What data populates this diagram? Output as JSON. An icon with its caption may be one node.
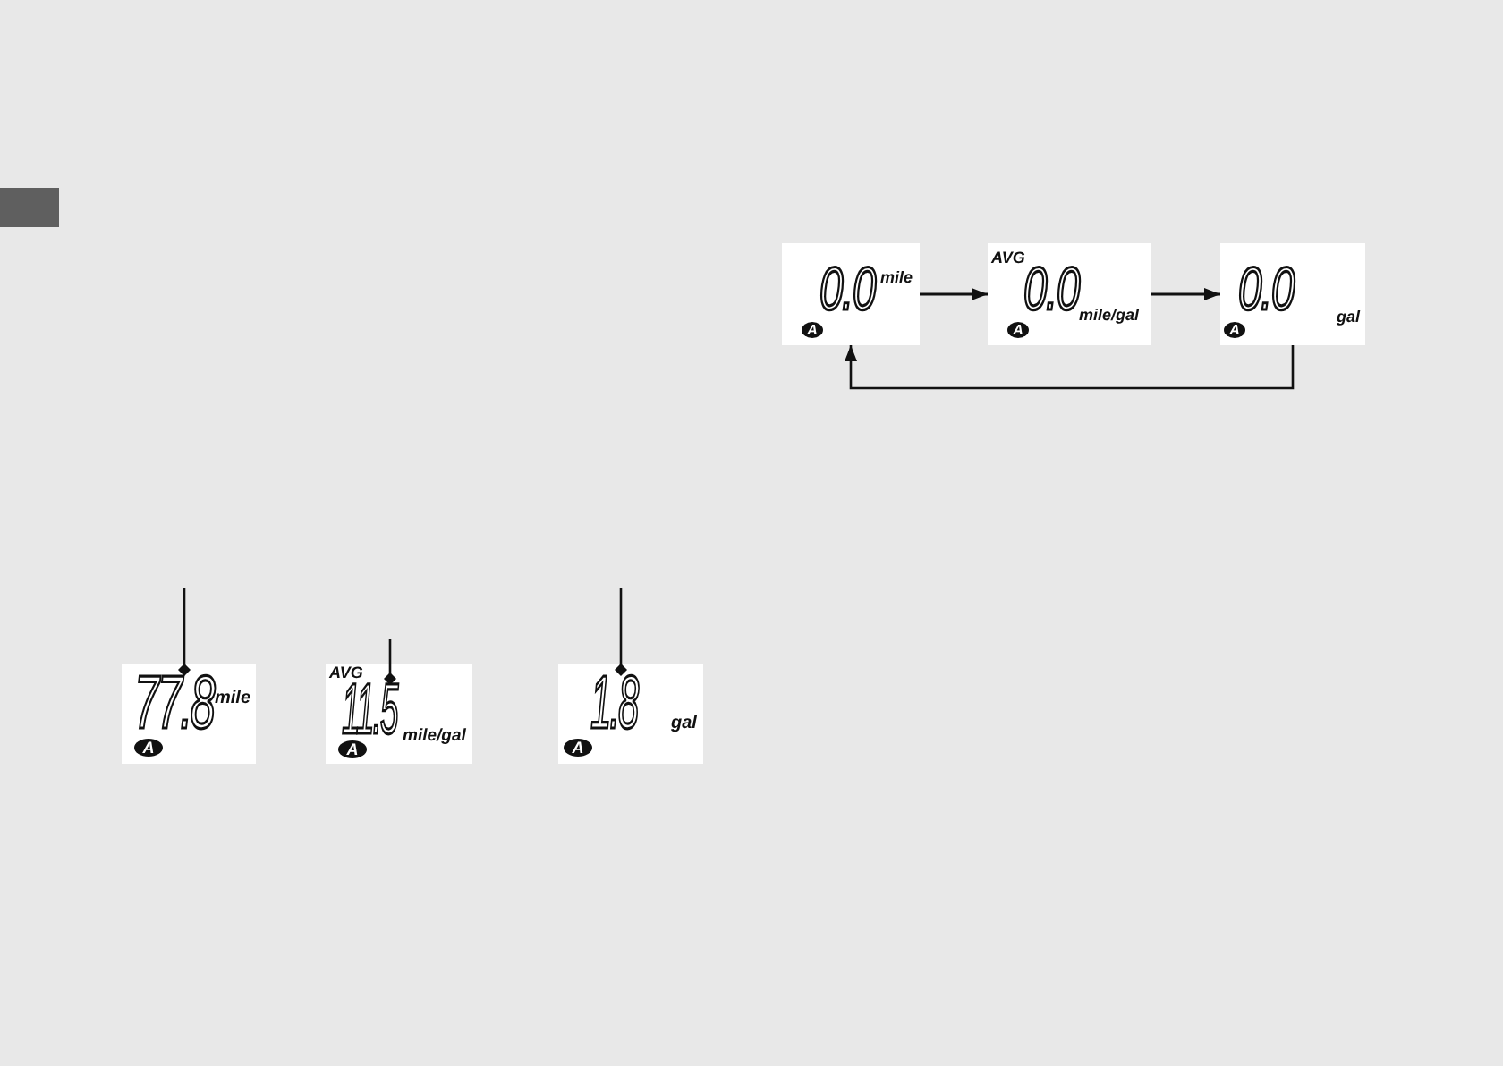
{
  "diagram": {
    "nodes": [
      {
        "text": [
          "mile"
        ]
      },
      {
        "text": [
          "0.0"
        ],
        "in": 0
      },
      {
        "text": [
          "A"
        ],
        "in": 0
      },
      {
        "text": [
          "AVG",
          "mile/gal"
        ]
      },
      {
        "text": [
          "0.0"
        ],
        "in": 3
      },
      {
        "text": [
          "A"
        ],
        "in": 3
      },
      {
        "text": [
          "gal"
        ]
      },
      {
        "text": [
          "0.0"
        ],
        "in": 6
      },
      {
        "text": [
          "A"
        ],
        "in": 6
      },
      {
        "text": [
          "mile"
        ]
      },
      {
        "text": [
          "77.8"
        ],
        "in": 9
      },
      {
        "text": [
          "A"
        ],
        "in": 9
      },
      {
        "text": [
          "AVG",
          "mile/gal"
        ]
      },
      {
        "text": [
          "11.5"
        ],
        "in": 12
      },
      {
        "text": [
          "A"
        ],
        "in": 12
      },
      {
        "text": [
          "gal"
        ]
      },
      {
        "text": [
          "1.8"
        ],
        "in": 15
      },
      {
        "text": [
          "A"
        ],
        "in": 15
      }
    ],
    "edges": [
      {
        "from": 0,
        "to": 3,
        "arrow": "to"
      },
      {
        "from": 3,
        "to": 6,
        "arrow": "to"
      },
      {
        "from": 6,
        "to": 0,
        "arrow": "to"
      },
      {
        "from": null,
        "to": 10,
        "arrow": "other"
      },
      {
        "from": null,
        "to": 13,
        "arrow": "other"
      },
      {
        "from": null,
        "to": 16,
        "arrow": "other"
      }
    ]
  }
}
